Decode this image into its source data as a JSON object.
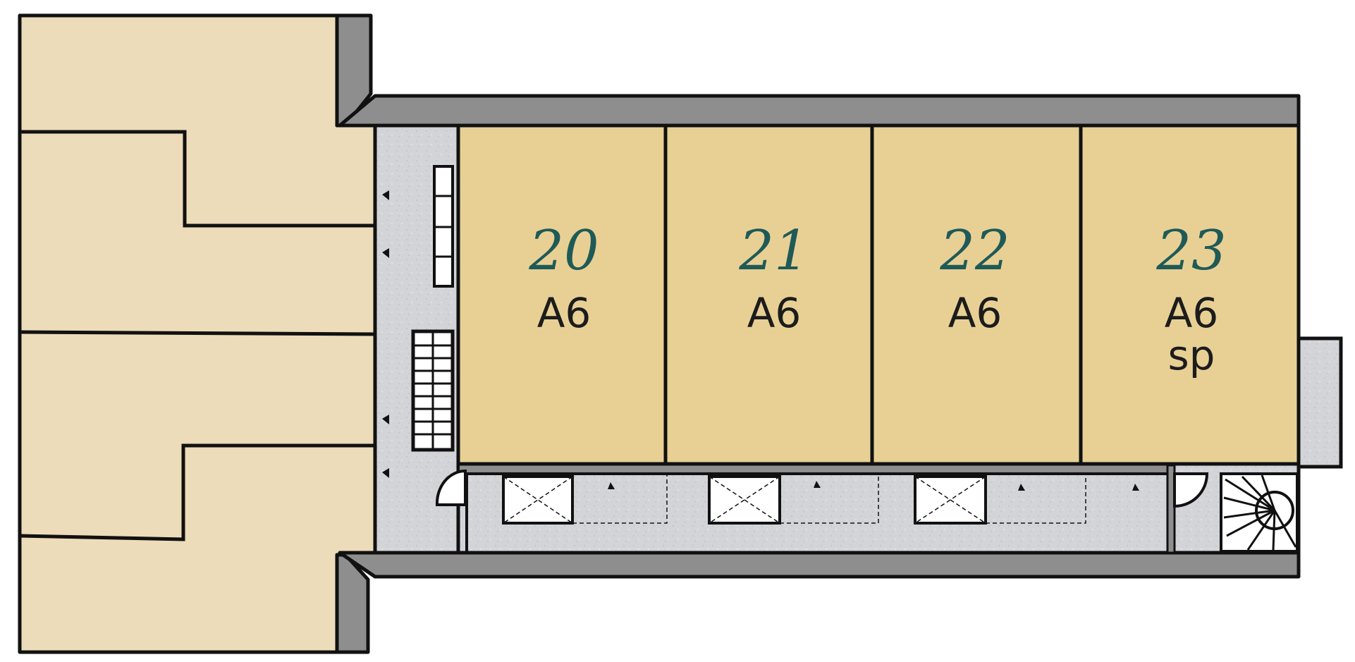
{
  "colors": {
    "unit_fill": "#e8d095",
    "neighbor_fill": "#ecdcba",
    "corridor_fill": "#d3d4d8",
    "wall_fill": "#8e8e8e",
    "outline": "#111111",
    "unit_number": "#1f5a57",
    "unit_type": "#1c1c1c"
  },
  "units": [
    {
      "number": "20",
      "type": "A6"
    },
    {
      "number": "21",
      "type": "A6"
    },
    {
      "number": "22",
      "type": "A6"
    },
    {
      "number": "23",
      "type": "A6",
      "subtype": "sp"
    }
  ],
  "icons": [
    "staircase-icon",
    "spiral-staircase-icon",
    "door-swing-icon",
    "storage-box-icon",
    "light-marker-icon"
  ]
}
